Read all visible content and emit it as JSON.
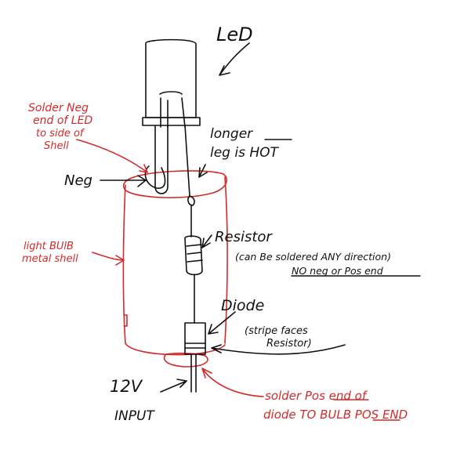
{
  "labels": {
    "led": "LeD",
    "solder_neg": [
      "Solder Neg",
      "end of LED",
      "to side of",
      "Shell"
    ],
    "neg": "Neg",
    "longer_leg": [
      "longer",
      "leg is HOT"
    ],
    "lightbulb_shell": [
      "light BUlB",
      "metal shell"
    ],
    "resistor": "Resistor",
    "resistor_note": [
      "(can Be soldered ANY direction)",
      "NO neg or Pos end"
    ],
    "diode": "Diode",
    "diode_note": [
      "(stripe faces",
      "Resistor)"
    ],
    "input": [
      "12V",
      "INPUT"
    ],
    "solder_pos": [
      "solder Pos end of",
      "diode TO BULB POS END"
    ]
  },
  "colors": {
    "ink": "#111111",
    "red_ink": "#d32a2a"
  }
}
